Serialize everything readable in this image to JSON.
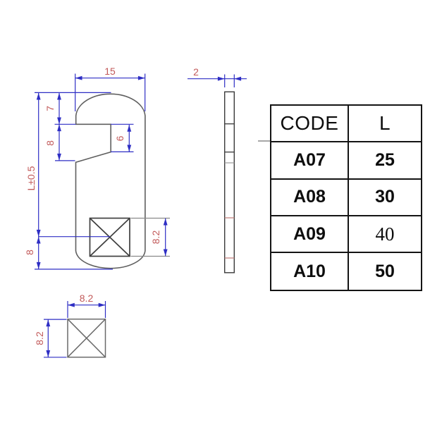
{
  "drawing": {
    "dims": {
      "width_top": "15",
      "thickness": "2",
      "top_offset": "7",
      "notch_height": "8",
      "notch_inner": "6",
      "overall_length": "L±0.5",
      "bottom_offset": "8",
      "square_main": "8.2",
      "detail_width": "8.2",
      "detail_height": "8.2"
    },
    "colors": {
      "dimension_line": "#2e2ec4",
      "dimension_text": "#c25a5a",
      "outline_gray": "#5f5f5f",
      "section_red": "#c4837f",
      "table_border": "#141414"
    }
  },
  "table": {
    "headers": [
      "CODE",
      "L"
    ],
    "rows": [
      {
        "code": "A07",
        "l": "25"
      },
      {
        "code": "A08",
        "l": "30"
      },
      {
        "code": "A09",
        "l": "40"
      },
      {
        "code": "A10",
        "l": "50"
      }
    ]
  }
}
